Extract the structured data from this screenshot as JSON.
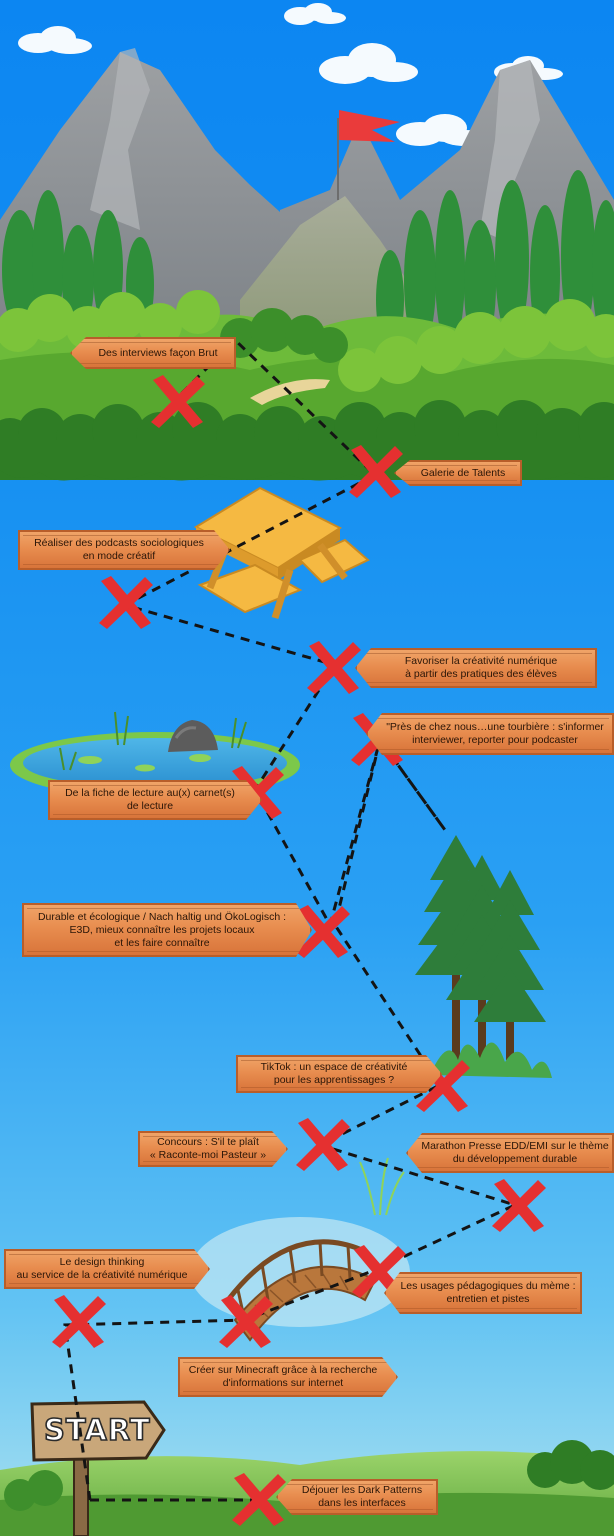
{
  "start_label": "START",
  "signs": [
    {
      "id": "brut",
      "lines": [
        "Des interviews façon Brut"
      ]
    },
    {
      "id": "galerie",
      "lines": [
        "Galerie de Talents"
      ]
    },
    {
      "id": "podcasts",
      "lines": [
        "Réaliser des podcasts sociologiques",
        "en mode créatif"
      ]
    },
    {
      "id": "creativite",
      "lines": [
        "Favoriser la créativité numérique",
        "à partir des pratiques des élèves"
      ]
    },
    {
      "id": "tourbiere",
      "lines": [
        "\"Près de chez nous…une tourbière : s'informer",
        "interviewer, reporter pour podcaster"
      ]
    },
    {
      "id": "lecture",
      "lines": [
        "De la fiche de lecture au(x) carnet(s)",
        "de lecture"
      ]
    },
    {
      "id": "durable",
      "lines": [
        "Durable et écologique / Nach haltig und ÖkoLogisch :",
        "E3D, mieux connaître les projets locaux",
        "et les faire connaître"
      ]
    },
    {
      "id": "tiktok",
      "lines": [
        "TikTok : un espace de créativité",
        "pour les apprentissages ?"
      ]
    },
    {
      "id": "concours",
      "lines": [
        "Concours : S'il te plaît",
        "« Raconte-moi Pasteur »"
      ]
    },
    {
      "id": "marathon",
      "lines": [
        "Marathon Presse EDD/EMI sur le thème",
        "du développement durable"
      ]
    },
    {
      "id": "design",
      "lines": [
        "Le design thinking",
        "au service de la créativité numérique"
      ]
    },
    {
      "id": "meme",
      "lines": [
        "Les usages pédagogiques du mème :",
        "entretien et pistes"
      ]
    },
    {
      "id": "minecraft",
      "lines": [
        "Créer sur Minecraft grâce à la recherche",
        "d'informations sur internet"
      ]
    },
    {
      "id": "darkpatterns",
      "lines": [
        "Déjouer les Dark Patterns",
        "dans les interfaces"
      ]
    }
  ],
  "colors": {
    "sky": "#1690f2",
    "sign": "#e88d4f",
    "x_mark": "#e53030",
    "path": "#1a1a1a"
  }
}
